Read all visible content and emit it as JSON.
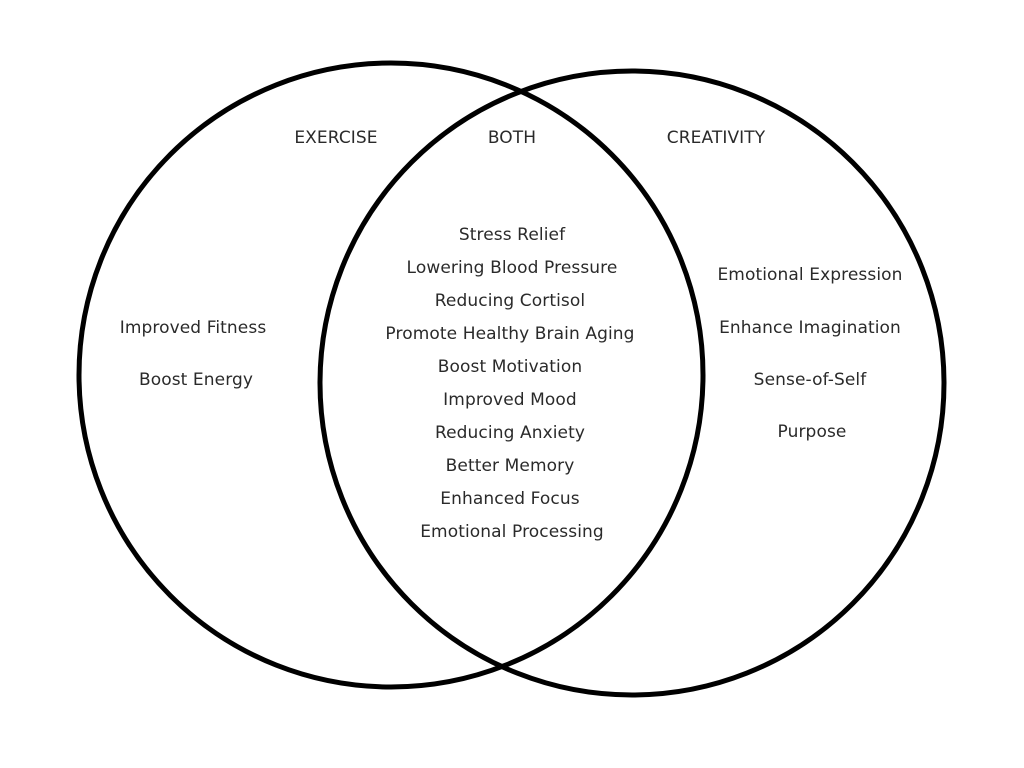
{
  "diagram": {
    "type": "venn",
    "sets": [
      {
        "id": "exercise",
        "title": "EXERCISE",
        "items": [
          "Improved Fitness",
          "Boost Energy"
        ]
      },
      {
        "id": "creativity",
        "title": "CREATIVITY",
        "items": [
          "Emotional Expression",
          "Enhance Imagination",
          "Sense-of-Self",
          "Purpose"
        ]
      }
    ],
    "intersection": {
      "title": "BOTH",
      "items": [
        "Stress Relief",
        "Lowering Blood Pressure",
        "Reducing Cortisol",
        "Promote Healthy Brain Aging",
        "Boost Motivation",
        "Improved Mood",
        "Reducing Anxiety",
        "Better Memory",
        "Enhanced Focus",
        "Emotional Processing"
      ]
    },
    "stroke_color": "#000000",
    "text_color": "#2a2a2a"
  }
}
